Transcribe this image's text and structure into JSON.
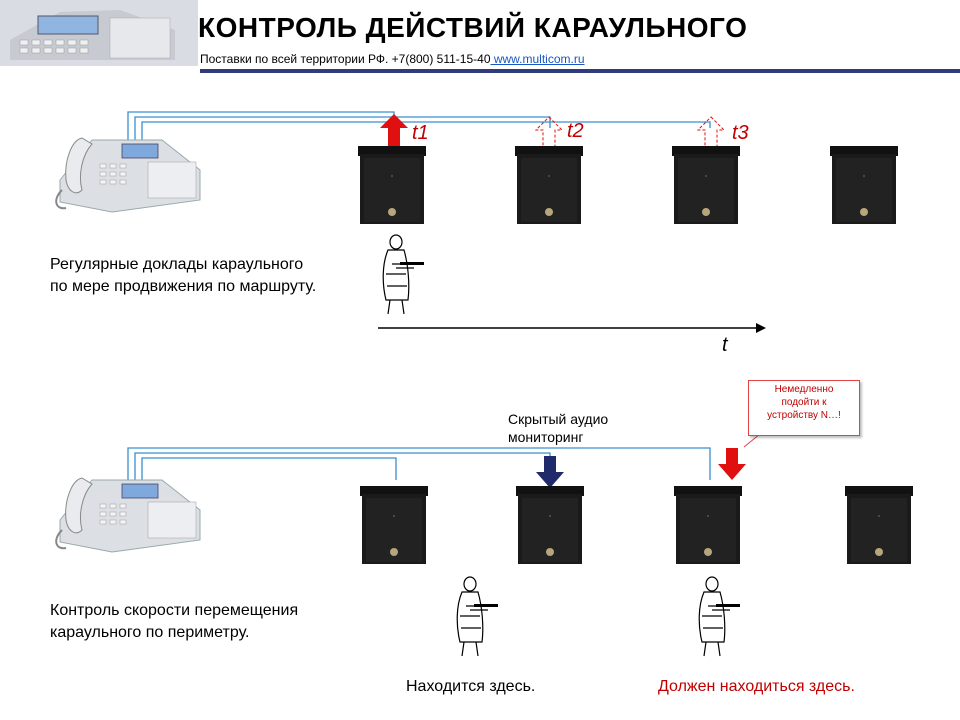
{
  "header": {
    "title": "КОНТРОЛЬ ДЕЙСТВИЙ КАРАУЛЬНОГО",
    "subtitle_prefix": "Поставки  по всей территории  РФ. +7(800) 511-15-40",
    "subtitle_link": "  www.multicom.ru"
  },
  "scene1": {
    "caption_line1": "Регулярные доклады караульного",
    "caption_line2": "по мере продвижения по маршруту.",
    "labels": [
      "t1",
      "t2",
      "t3"
    ],
    "axis_label": "t"
  },
  "scene2": {
    "monitoring_line1": "Скрытый аудио",
    "monitoring_line2": "мониторинг",
    "callout_line1": "Немедленно",
    "callout_line2": "подойти к",
    "callout_line3": "устройству  N…!",
    "caption_line1": "Контроль скорости перемещения",
    "caption_line2": "караульного по периметру.",
    "here_label": "Находится здесь.",
    "should_label": "Должен находиться здесь."
  },
  "colors": {
    "accent_red": "#e01010",
    "accent_navy": "#1f2a6b",
    "line_blue": "#3a8fd0",
    "header_bar": "#2f3b7a"
  },
  "icons": [
    "phone-console-icon",
    "intercom-box-icon",
    "guard-soldier-icon",
    "arrow-up-icon",
    "arrow-down-icon"
  ]
}
